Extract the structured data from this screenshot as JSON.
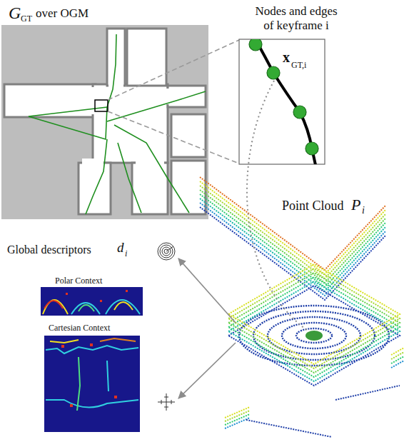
{
  "diagram": {
    "labels": [
      "G",
      "GT",
      "over OGM",
      "Nodes and edges of keyframe i",
      "x",
      "GT,i",
      "Point Cloud",
      "P",
      "i",
      "Global descriptors",
      "d",
      "i",
      "Polar Context",
      "Cartesian Context"
    ]
  }
}
